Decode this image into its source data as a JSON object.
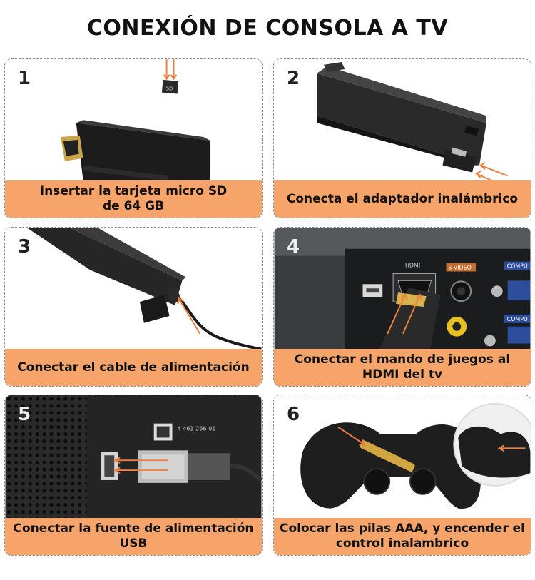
{
  "title": "CONEXIÓN DE CONSOLA A TV",
  "steps": [
    {
      "number": "1",
      "caption_line1": "Insertar la tarjeta micro SD",
      "caption_line2": "de 64 GB"
    },
    {
      "number": "2",
      "caption_line1": "Conecta el adaptador inalámbrico",
      "caption_line2": ""
    },
    {
      "number": "3",
      "caption_line1": "Conectar el cable de alimentación",
      "caption_line2": ""
    },
    {
      "number": "4",
      "caption_line1": "Conectar el mando de juegos al",
      "caption_line2": "HDMI del tv"
    },
    {
      "number": "5",
      "caption_line1": "Conectar la fuente de alimentación",
      "caption_line2": "USB"
    },
    {
      "number": "6",
      "caption_line1": "Colocar las pilas AAA, y encender el",
      "caption_line2": "control inalambrico"
    }
  ],
  "labels": {
    "port_hdmi": "HDMI",
    "port_svideo": "S-VIDEO",
    "port_compu": "COMPU",
    "port_compu2": "COMPU",
    "sticker_code": "4-461-266-01"
  },
  "colors": {
    "caption_bg": "#f7a46a",
    "arrow": "#f08040",
    "device": "#1e1e1e"
  }
}
